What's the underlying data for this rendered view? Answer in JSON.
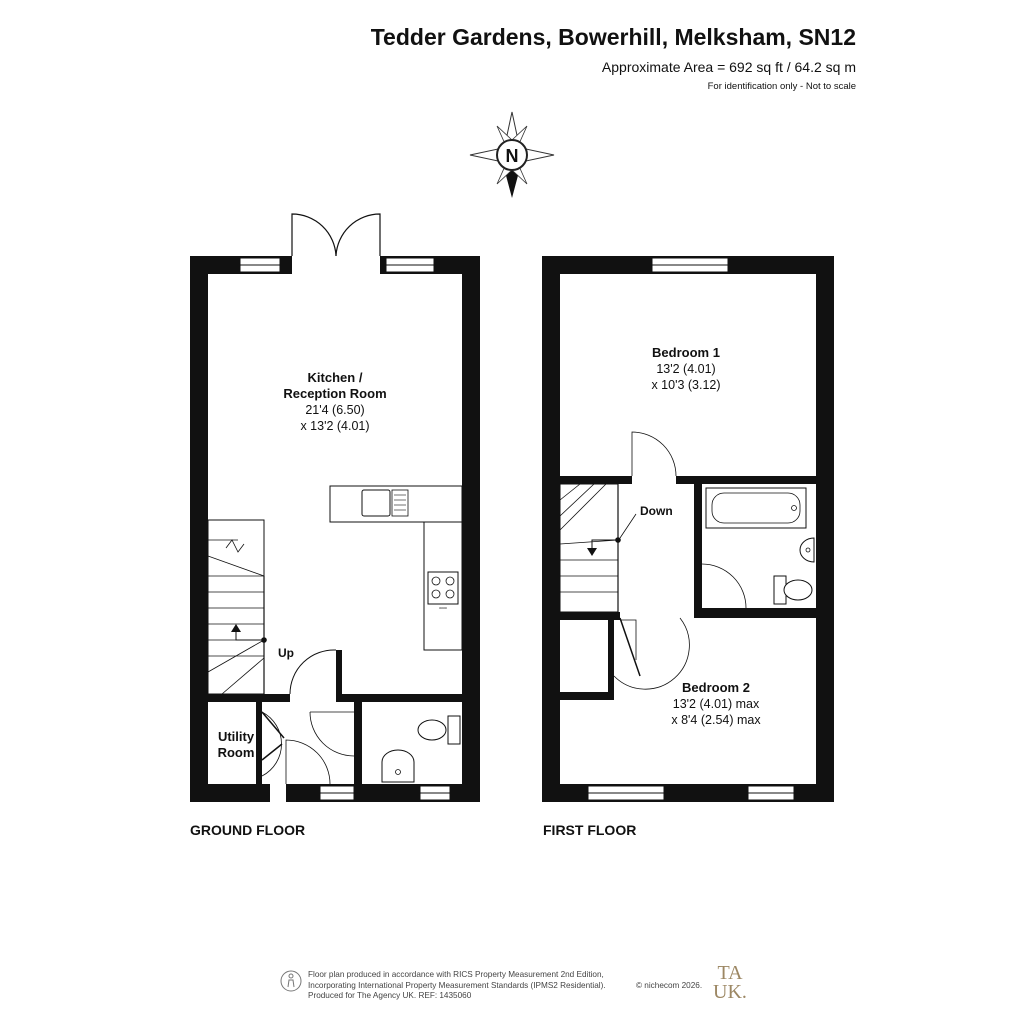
{
  "header": {
    "title": "Tedder Gardens, Bowerhill, Melksham, SN12",
    "area": "Approximate Area = 692 sq ft / 64.2 sq m",
    "note": "For identification only - Not to scale"
  },
  "compass": {
    "label": "N",
    "icon": "compass-icon"
  },
  "ground_floor": {
    "label": "GROUND FLOOR",
    "rooms": [
      {
        "name_line1": "Kitchen /",
        "name_line2": "Reception Room",
        "dim1": "21'4 (6.50)",
        "dim2": "x 13'2 (4.01)"
      },
      {
        "name_line1": "Utility",
        "name_line2": "Room"
      }
    ],
    "stairs_label": "Up",
    "hob_label": "oooo"
  },
  "first_floor": {
    "label": "FIRST FLOOR",
    "rooms": [
      {
        "name": "Bedroom 1",
        "dim1": "13'2 (4.01)",
        "dim2": "x 10'3 (3.12)"
      },
      {
        "name": "Bedroom 2",
        "dim1": "13'2 (4.01) max",
        "dim2": "x 8'4 (2.54) max"
      }
    ],
    "stairs_label": "Down"
  },
  "footer": {
    "line1": "Floor plan produced in accordance with RICS Property Measurement 2nd Edition,",
    "line2": "Incorporating International Property Measurement Standards (IPMS2 Residential).",
    "line3": "Produced for The Agency UK.   REF:  1435060",
    "copyright": "© nichecom 2026.",
    "logo_line1": "TA",
    "logo_line2": "UK."
  },
  "colors": {
    "wall": "#111111",
    "logo": "#9c8763"
  }
}
